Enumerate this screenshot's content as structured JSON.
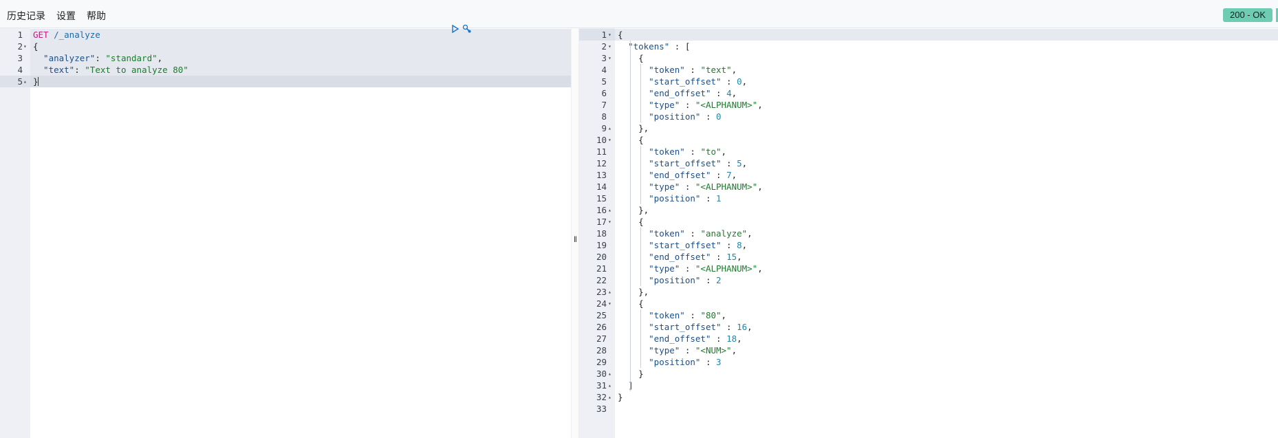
{
  "menu": {
    "history": "历史记录",
    "settings": "设置",
    "help": "帮助"
  },
  "status": {
    "text": "200 - OK",
    "color": "#6dccb1"
  },
  "request": {
    "lines": [
      [
        {
          "t": "GET",
          "c": "kw"
        },
        {
          "t": " /_analyze",
          "c": "path"
        }
      ],
      [
        {
          "t": "{",
          "c": "pun"
        }
      ],
      [
        {
          "t": "  \"analyzer\"",
          "c": "key"
        },
        {
          "t": ": ",
          "c": "pun"
        },
        {
          "t": "\"standard\"",
          "c": "str"
        },
        {
          "t": ",",
          "c": "pun"
        }
      ],
      [
        {
          "t": "  \"text\"",
          "c": "key"
        },
        {
          "t": ": ",
          "c": "pun"
        },
        {
          "t": "\"Text to analyze 80\"",
          "c": "str"
        }
      ],
      [
        {
          "t": "}",
          "c": "pun"
        }
      ]
    ]
  },
  "response": {
    "lines": [
      "{",
      "  \"tokens\" : [",
      "    {",
      "      \"token\" : \"text\",",
      "      \"start_offset\" : 0,",
      "      \"end_offset\" : 4,",
      "      \"type\" : \"<ALPHANUM>\",",
      "      \"position\" : 0",
      "    },",
      "    {",
      "      \"token\" : \"to\",",
      "      \"start_offset\" : 5,",
      "      \"end_offset\" : 7,",
      "      \"type\" : \"<ALPHANUM>\",",
      "      \"position\" : 1",
      "    },",
      "    {",
      "      \"token\" : \"analyze\",",
      "      \"start_offset\" : 8,",
      "      \"end_offset\" : 15,",
      "      \"type\" : \"<ALPHANUM>\",",
      "      \"position\" : 2",
      "    },",
      "    {",
      "      \"token\" : \"80\",",
      "      \"start_offset\" : 16,",
      "      \"end_offset\" : 18,",
      "      \"type\" : \"<NUM>\",",
      "      \"position\" : 3",
      "    }",
      "  ]",
      "}",
      ""
    ]
  },
  "icons": {
    "run": "play-icon",
    "settings": "wrench-icon",
    "resize": "drag-handle-icon"
  }
}
